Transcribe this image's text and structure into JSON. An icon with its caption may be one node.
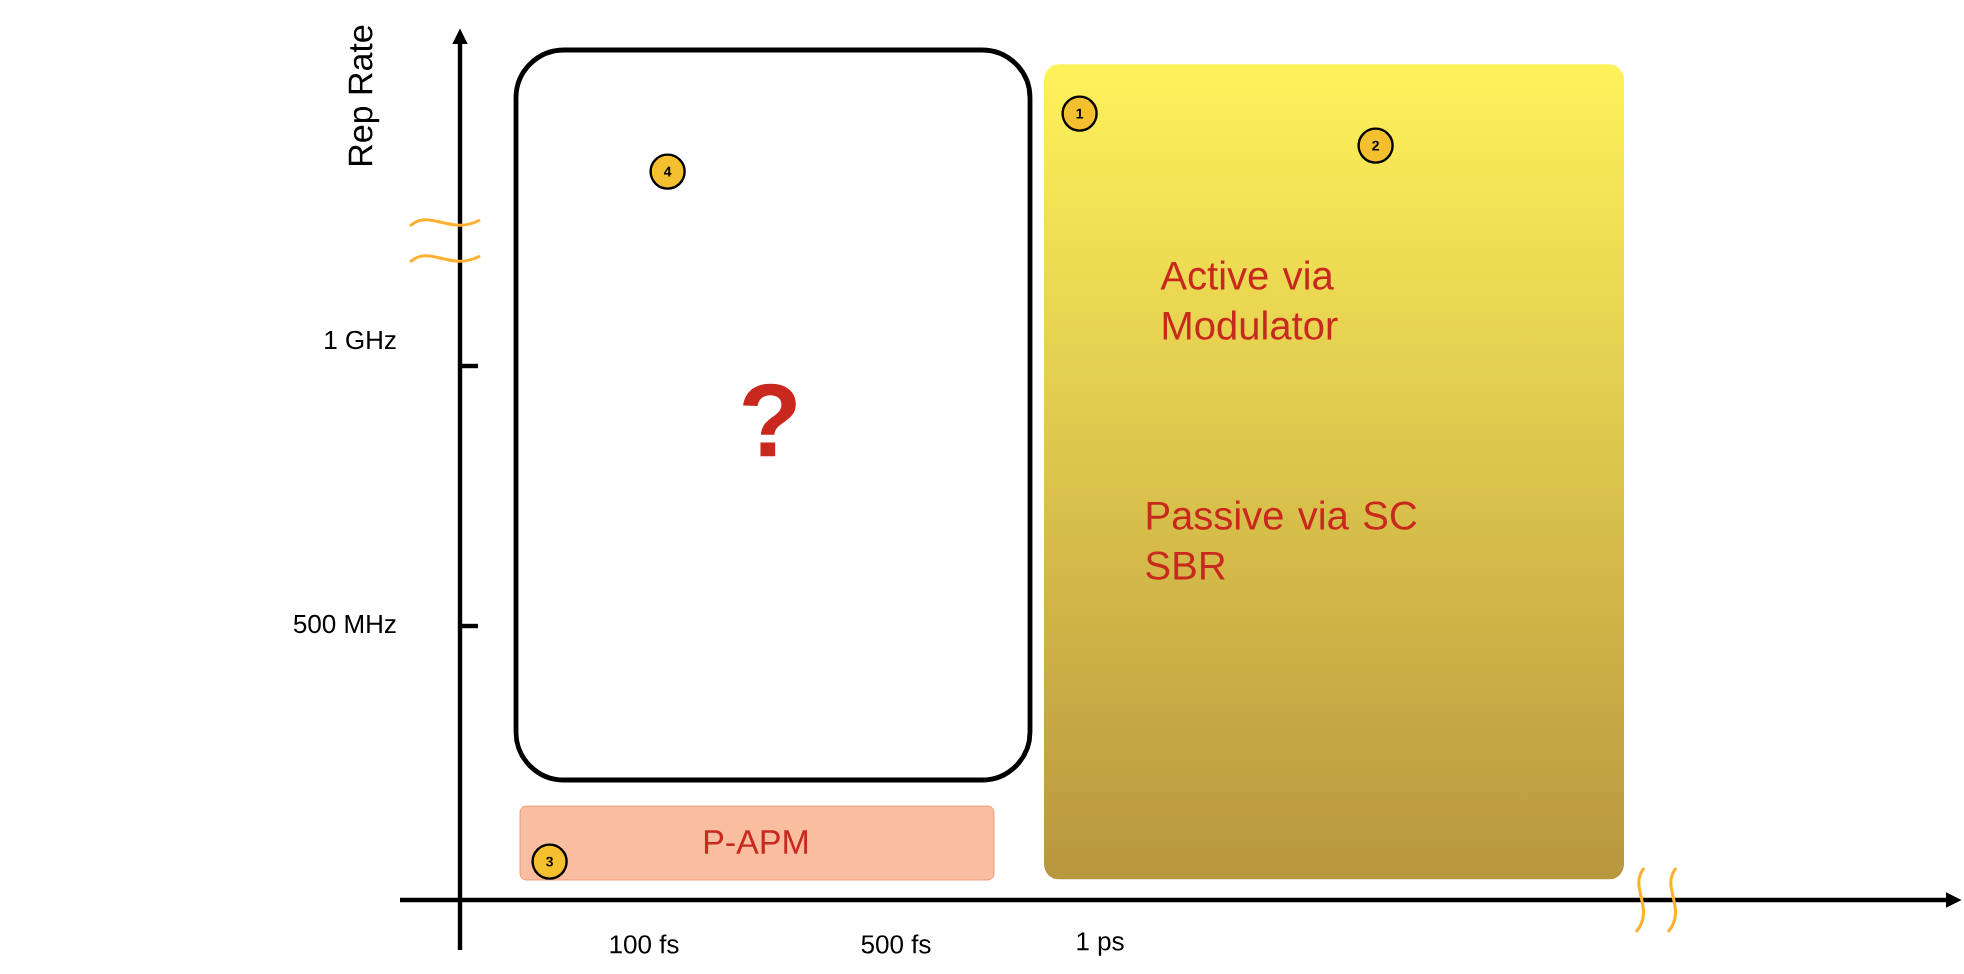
{
  "diagram": {
    "nodes": [
      {
        "text": [
          "?"
        ]
      },
      {
        "text": [
          "4"
        ],
        "in": 0
      },
      {
        "text": [
          "Active via Modulator",
          "Passive via SC SBR"
        ]
      },
      {
        "text": [
          "1"
        ],
        "in": 2
      },
      {
        "text": [
          "2"
        ],
        "in": 2
      },
      {
        "text": [
          "P-APM"
        ]
      },
      {
        "text": [
          "3"
        ],
        "in": 5
      }
    ],
    "labels": [
      "Rep Rate",
      "1 GHz",
      "500 MHz",
      "100 fs",
      "500 fs",
      "1 ps"
    ]
  }
}
